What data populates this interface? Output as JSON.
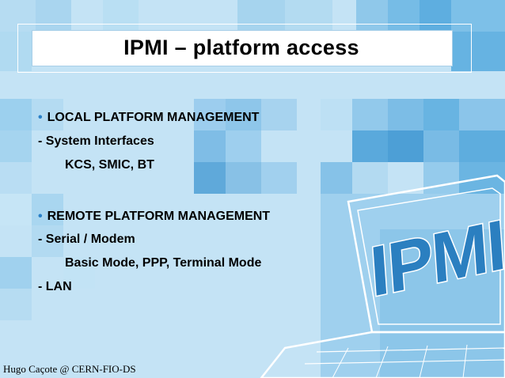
{
  "slide": {
    "title": "IPMI – platform access",
    "sections": [
      {
        "heading": "LOCAL PLATFORM MANAGEMENT",
        "lines": [
          "- System Interfaces",
          "KCS, SMIC, BT"
        ]
      },
      {
        "heading": "REMOTE PLATFORM MANAGEMENT",
        "lines": [
          "- Serial / Modem",
          "Basic Mode, PPP, Terminal Mode",
          "- LAN"
        ]
      }
    ],
    "footer": "Hugo Caçote @ CERN-FIO-DS",
    "laptop_logo_text": "IPMI"
  },
  "colors": {
    "background_light": "#bfe0f4",
    "tile_mid": "#8cc6e8",
    "tile_dark": "#3f95cf",
    "bullet_blue": "#2a80c8",
    "logo_blue": "#2b7fc0"
  },
  "icons": {
    "bullet": "bullet-dot",
    "laptop": "laptop-outline-icon"
  }
}
